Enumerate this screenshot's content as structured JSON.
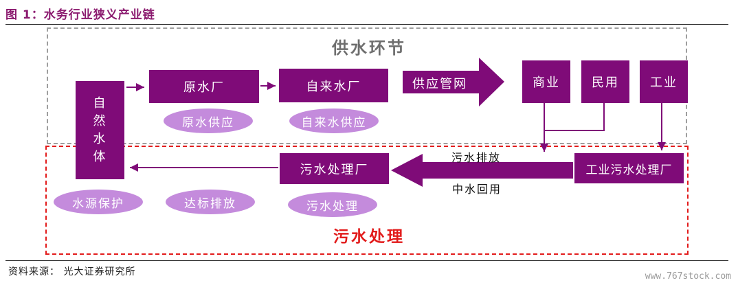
{
  "figure": {
    "title": "图 1：水务行业狭义产业链"
  },
  "sections": {
    "supply": "供水环节",
    "sewage": "污水处理"
  },
  "boxes": {
    "nature": [
      "自",
      "然",
      "水",
      "体"
    ],
    "raw_plant": "原水厂",
    "tap_plant": "自来水厂",
    "pipe_network": "供应管网",
    "commercial": "商业",
    "residential": "民用",
    "industrial": "工业",
    "sewage_plant": "污水处理厂",
    "industrial_sewage_plant": "工业污水处理厂"
  },
  "ovals": {
    "raw_supply": "原水供应",
    "tap_supply": "自来水供应",
    "source_protect": "水源保护",
    "standard_discharge": "达标排放",
    "sewage_treatment": "污水处理"
  },
  "flow_labels": {
    "discharge": "污水排放",
    "reuse": "中水回用"
  },
  "footer": {
    "source": "资料来源：  光大证券研究所",
    "watermark": "www.767stock.com"
  },
  "colors": {
    "box": "#7f0b78",
    "oval": "#c48bdc",
    "arrow": "#7f0b78",
    "title": "#8b1a6f",
    "sewage_frame": "#e21b1b",
    "supply_frame": "#9e9e9e"
  }
}
